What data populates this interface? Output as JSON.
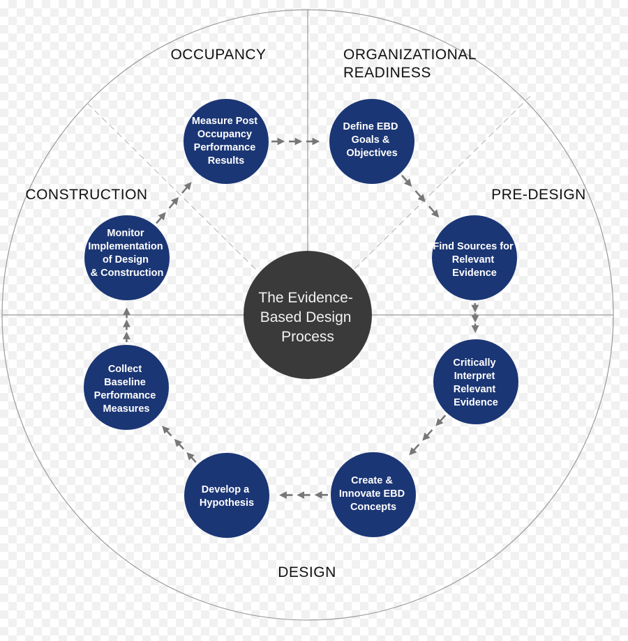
{
  "diagram": {
    "center": {
      "lines": [
        "The Evidence-",
        "Based Design",
        "Process"
      ]
    },
    "phases": [
      {
        "id": "occupancy",
        "lines": [
          "OCCUPANCY"
        ]
      },
      {
        "id": "organizational-readiness",
        "lines": [
          "ORGANIZATIONAL",
          "READINESS"
        ]
      },
      {
        "id": "pre-design",
        "lines": [
          "PRE-DESIGN"
        ]
      },
      {
        "id": "construction",
        "lines": [
          "CONSTRUCTION"
        ]
      },
      {
        "id": "design",
        "lines": [
          "DESIGN"
        ]
      }
    ],
    "steps": [
      {
        "id": "measure-post-occupancy",
        "lines": [
          "Measure Post",
          "Occupancy",
          "Performance",
          "Results"
        ]
      },
      {
        "id": "define-ebd-goals",
        "lines": [
          "Define EBD",
          "Goals &",
          "Objectives"
        ]
      },
      {
        "id": "find-sources",
        "lines": [
          "Find Sources for",
          "Relevant",
          "Evidence"
        ]
      },
      {
        "id": "critically-interpret",
        "lines": [
          "Critically",
          "Interpret",
          "Relevant",
          "Evidence"
        ]
      },
      {
        "id": "create-innovate",
        "lines": [
          "Create &",
          "Innovate EBD",
          "Concepts"
        ]
      },
      {
        "id": "develop-hypothesis",
        "lines": [
          "Develop a",
          "Hypothesis"
        ]
      },
      {
        "id": "collect-baseline",
        "lines": [
          "Collect",
          "Baseline",
          "Performance",
          "Measures"
        ]
      },
      {
        "id": "monitor-implementation",
        "lines": [
          "Monitor",
          "Implementation",
          "of Design",
          "& Construction"
        ]
      }
    ],
    "colors": {
      "step_fill": "#1b3675",
      "center_fill": "#3a3a3a",
      "arrow": "#777777",
      "outline": "#9a9a9a"
    }
  }
}
